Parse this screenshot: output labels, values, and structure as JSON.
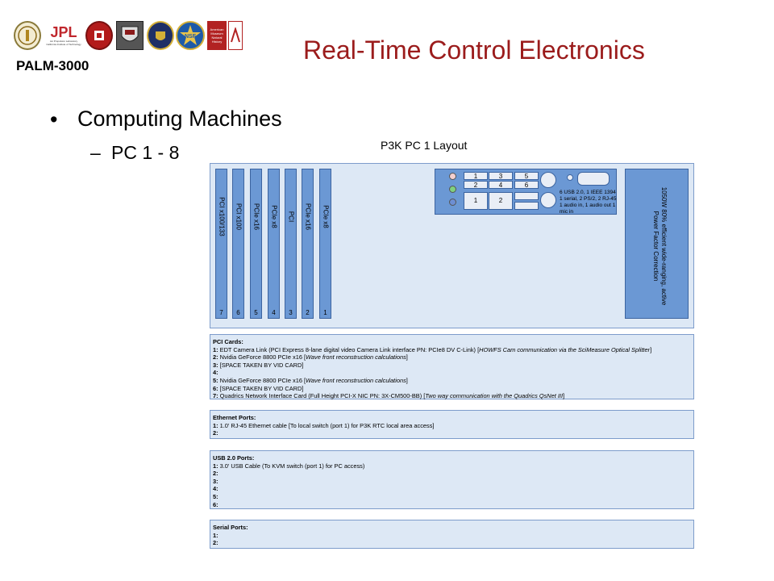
{
  "header": {
    "logos": [
      "caltech-seal",
      "JPL",
      "cornell-seal",
      "crest-logo",
      "oxford-seal",
      "nsf-logo",
      "American Museum Natural History",
      "palomar-logo"
    ],
    "jpl_text": "JPL",
    "jpl_sub": "Jet Propulsion Laboratory California Institute of Technology",
    "amnh_text": "American Museum Natural History",
    "project": "PALM-3000",
    "title": "Real-Time Control Electronics"
  },
  "content": {
    "bullet": "Computing Machines",
    "sub_bullet": "PC 1 - 8"
  },
  "diagram": {
    "title": "P3K PC 1 Layout",
    "slots": [
      {
        "label": "PCI x100/133",
        "num": "7"
      },
      {
        "label": "PCI x100",
        "num": "6"
      },
      {
        "label": "PCIe x16",
        "num": "5"
      },
      {
        "label": "PCIe x8",
        "num": "4"
      },
      {
        "label": "PCI",
        "num": "3"
      },
      {
        "label": "PCIe x16",
        "num": "2"
      },
      {
        "label": "PCIe x8",
        "num": "1"
      }
    ],
    "io_ports": [
      "1",
      "3",
      "5",
      "2",
      "4",
      "6",
      "1",
      "2"
    ],
    "io_text": "6 USB 2.0, 1 IEEE 1394 1 serial, 2 PS/2, 2 RJ-45 1 audio in, 1 audio out 1 mic in",
    "psu_label": "1050W 80% efficient wide-ranging, active Power Factor Correction",
    "pci_cards": {
      "heading": "PCI Cards:",
      "lines": [
        {
          "n": "1:",
          "text": "EDT Camera Link (PCI Express 8-lane digital video Camera Link interface PN: PCIe8 DV C-Link) [",
          "italic": "HOWFS Cam communication via the SciMeasure Optical Splitter",
          "end": "]"
        },
        {
          "n": "2:",
          "text": "Nvidia GeForce 8800 PCIe x16 [",
          "italic": "Wave front reconstruction calculations",
          "end": "]"
        },
        {
          "n": "3:",
          "text": "[SPACE TAKEN BY VID CARD]",
          "italic": "",
          "end": ""
        },
        {
          "n": "4:",
          "text": "",
          "italic": "",
          "end": ""
        },
        {
          "n": "5:",
          "text": "Nvidia GeForce 8800 PCIe x16 [",
          "italic": "Wave front reconstruction calculations",
          "end": "]"
        },
        {
          "n": "6:",
          "text": "[SPACE TAKEN BY VID CARD]",
          "italic": "",
          "end": ""
        },
        {
          "n": "7:",
          "text": "Quadrics Network Interface Card (Full Height PCI-X NIC PN: 3X-CM500-BB) [",
          "italic": "Two way communication with the Quadrics QsNet III",
          "end": "]"
        }
      ]
    },
    "ethernet": {
      "heading": "Ethernet Ports:",
      "lines": [
        {
          "n": "1:",
          "text": "1.0' RJ-45 Ethernet cable [To local switch (port 1) for P3K RTC local area access]"
        },
        {
          "n": "2:",
          "text": ""
        }
      ]
    },
    "usb": {
      "heading": "USB 2.0 Ports:",
      "lines": [
        {
          "n": "1:",
          "text": "3.0' USB Cable (To KVM switch (port 1) for PC access)"
        },
        {
          "n": "2:",
          "text": ""
        },
        {
          "n": "3:",
          "text": ""
        },
        {
          "n": "4:",
          "text": ""
        },
        {
          "n": "5:",
          "text": ""
        },
        {
          "n": "6:",
          "text": ""
        }
      ]
    },
    "serial": {
      "heading": "Serial Ports:",
      "lines": [
        {
          "n": "1:",
          "text": ""
        },
        {
          "n": "2:",
          "text": ""
        }
      ]
    }
  },
  "colors": {
    "title": "#9b1c1c",
    "component_fill": "#6b98d4",
    "panel_fill": "#dde8f5"
  }
}
